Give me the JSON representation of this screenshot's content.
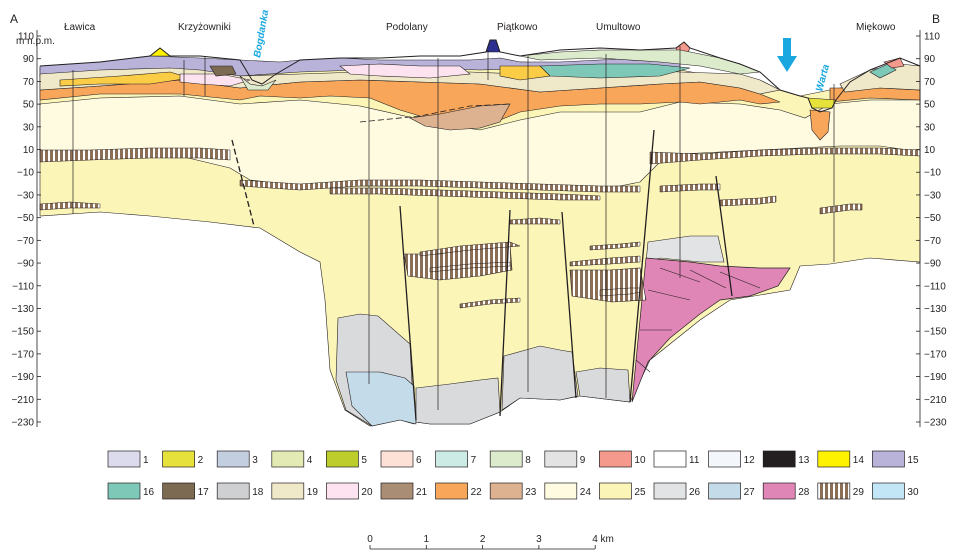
{
  "corners": {
    "left": "A",
    "right": "B"
  },
  "unit_label": "m n.p.m.",
  "y_axis": {
    "ticks": [
      110,
      90,
      70,
      50,
      30,
      10,
      -10,
      -30,
      -50,
      -70,
      -90,
      -110,
      -130,
      -150,
      -170,
      -190,
      -210,
      -230
    ],
    "labels": [
      "110",
      "90",
      "70",
      "50",
      "30",
      "10",
      "−10",
      "−30",
      "−50",
      "−70",
      "−90",
      "−110",
      "−130",
      "−150",
      "−170",
      "−190",
      "−210",
      "−230"
    ]
  },
  "places": [
    "Ławica",
    "Krzyżowniki",
    "Podolany",
    "Piątkowo",
    "Umultowo",
    "Miękowo"
  ],
  "rivers": [
    "Bogdanka",
    "Warta"
  ],
  "legend": [
    {
      "num": "1",
      "color": "#dcdaed"
    },
    {
      "num": "2",
      "color": "#e6e23b"
    },
    {
      "num": "3",
      "color": "#c3cfe0"
    },
    {
      "num": "4",
      "color": "#e4eab3"
    },
    {
      "num": "5",
      "color": "#bccd2c"
    },
    {
      "num": "6",
      "color": "#fde0d6"
    },
    {
      "num": "7",
      "color": "#cdebe5"
    },
    {
      "num": "8",
      "color": "#dbebcb"
    },
    {
      "num": "9",
      "color": "#e3e3e4"
    },
    {
      "num": "10",
      "color": "#f4998b"
    },
    {
      "num": "11",
      "color": "#ffffff"
    },
    {
      "num": "12",
      "color": "#f3f7fb"
    },
    {
      "num": "13",
      "color": "#231f20"
    },
    {
      "num": "14",
      "color": "#fff200"
    },
    {
      "num": "15",
      "color": "#b9b3da"
    },
    {
      "num": "16",
      "color": "#7ec8b8"
    },
    {
      "num": "17",
      "color": "#7d6a52"
    },
    {
      "num": "18",
      "color": "#cfd0d2"
    },
    {
      "num": "19",
      "color": "#efe8c9"
    },
    {
      "num": "20",
      "color": "#fde3ef"
    },
    {
      "num": "21",
      "color": "#a98d74"
    },
    {
      "num": "22",
      "color": "#f7a65a"
    },
    {
      "num": "23",
      "color": "#ddb291"
    },
    {
      "num": "24",
      "color": "#fffbe0"
    },
    {
      "num": "25",
      "color": "#fcf5b8"
    },
    {
      "num": "26",
      "color": "#e2e3e4"
    },
    {
      "num": "27",
      "color": "#c4dbea"
    },
    {
      "num": "28",
      "color": "#e086b6"
    },
    {
      "num": "29",
      "color": "#8a6e55",
      "pattern": "striped"
    },
    {
      "num": "30",
      "color": "#c3e6f7"
    }
  ],
  "scale_bar": {
    "labels": [
      "0",
      "1",
      "2",
      "3",
      "4 km"
    ]
  },
  "colors": {
    "axis": "#231f20",
    "river": "#1aa7e0",
    "glacial_till": "#fcf5b8",
    "tertiary_sand": "#fffbe0",
    "lignite": "#8a6e55",
    "orange_layer": "#f7a65a",
    "pink_block": "#e086b6",
    "grey_layer": "#d9dadb",
    "blue_layer": "#c4dbea"
  }
}
